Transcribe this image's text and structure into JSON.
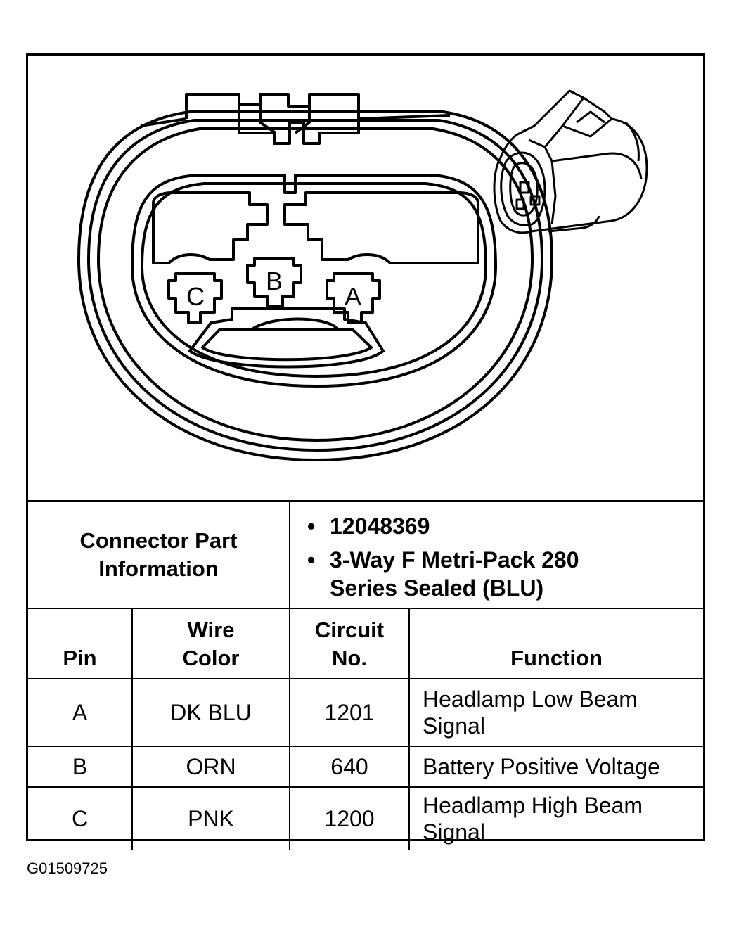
{
  "figure": {
    "pin_labels": [
      "C",
      "B",
      "A"
    ],
    "icons": [
      "connector-face-view-drawing",
      "connector-isometric-view-drawing"
    ]
  },
  "connector_info": {
    "label": "Connector Part Information",
    "items": [
      "12048369",
      "3-Way F Metri-Pack 280 Series Sealed (BLU)"
    ]
  },
  "table": {
    "headers": {
      "pin": "Pin",
      "wire_color": "Wire Color",
      "circuit_no": "Circuit No.",
      "function": "Function"
    },
    "rows": [
      {
        "pin": "A",
        "wire_color": "DK BLU",
        "circuit_no": "1201",
        "function": "Headlamp Low Beam Signal"
      },
      {
        "pin": "B",
        "wire_color": "ORN",
        "circuit_no": "640",
        "function": "Battery Positive Voltage"
      },
      {
        "pin": "C",
        "wire_color": "PNK",
        "circuit_no": "1200",
        "function": "Headlamp High Beam Signal"
      }
    ]
  },
  "figure_id": "G01509725"
}
